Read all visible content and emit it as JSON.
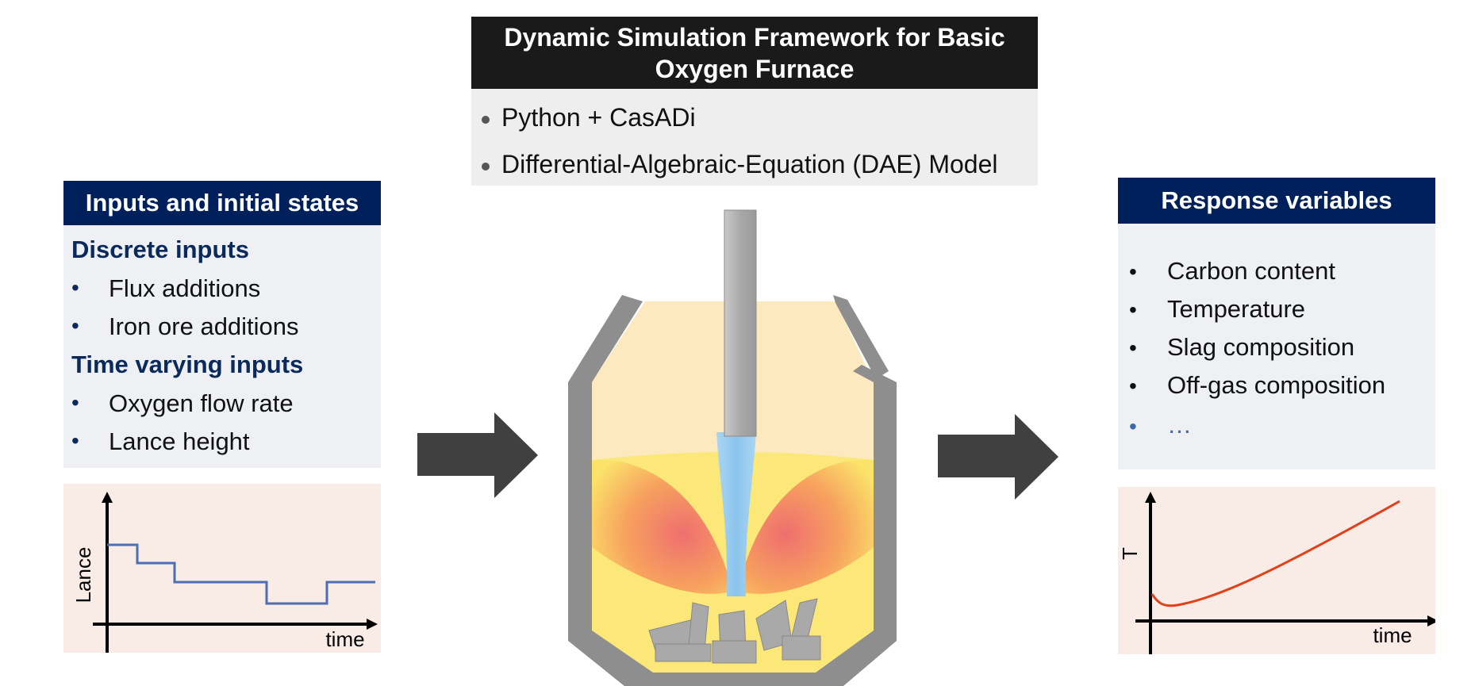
{
  "framework": {
    "title": "Dynamic Simulation Framework for  Basic\nOxygen Furnace",
    "items": [
      "Python + CasADi",
      "Differential-Algebraic-Equation (DAE) Model"
    ]
  },
  "inputs_panel": {
    "title": "Inputs and initial states",
    "discrete_heading": "Discrete inputs",
    "discrete_items": [
      "Flux additions",
      "Iron ore additions"
    ],
    "time_heading": "Time varying inputs",
    "time_items": [
      "Oxygen flow rate",
      "Lance height"
    ],
    "bullet": "•"
  },
  "response_panel": {
    "title": "Response variables",
    "items": [
      "Carbon content",
      "Temperature",
      "Slag composition",
      "Off-gas composition",
      "…"
    ],
    "bullet": "•"
  },
  "lance_plot": {
    "ylabel": "Lance",
    "xlabel": "time",
    "series_color": "#4a6fb5"
  },
  "temp_plot": {
    "ylabel": "T",
    "xlabel": "time",
    "series_color": "#e0401a"
  },
  "colors": {
    "dark_header": "#1a1a1a",
    "navy_header": "#00205b",
    "arrow": "#404040",
    "vessel_wall": "#8e8e8e"
  }
}
